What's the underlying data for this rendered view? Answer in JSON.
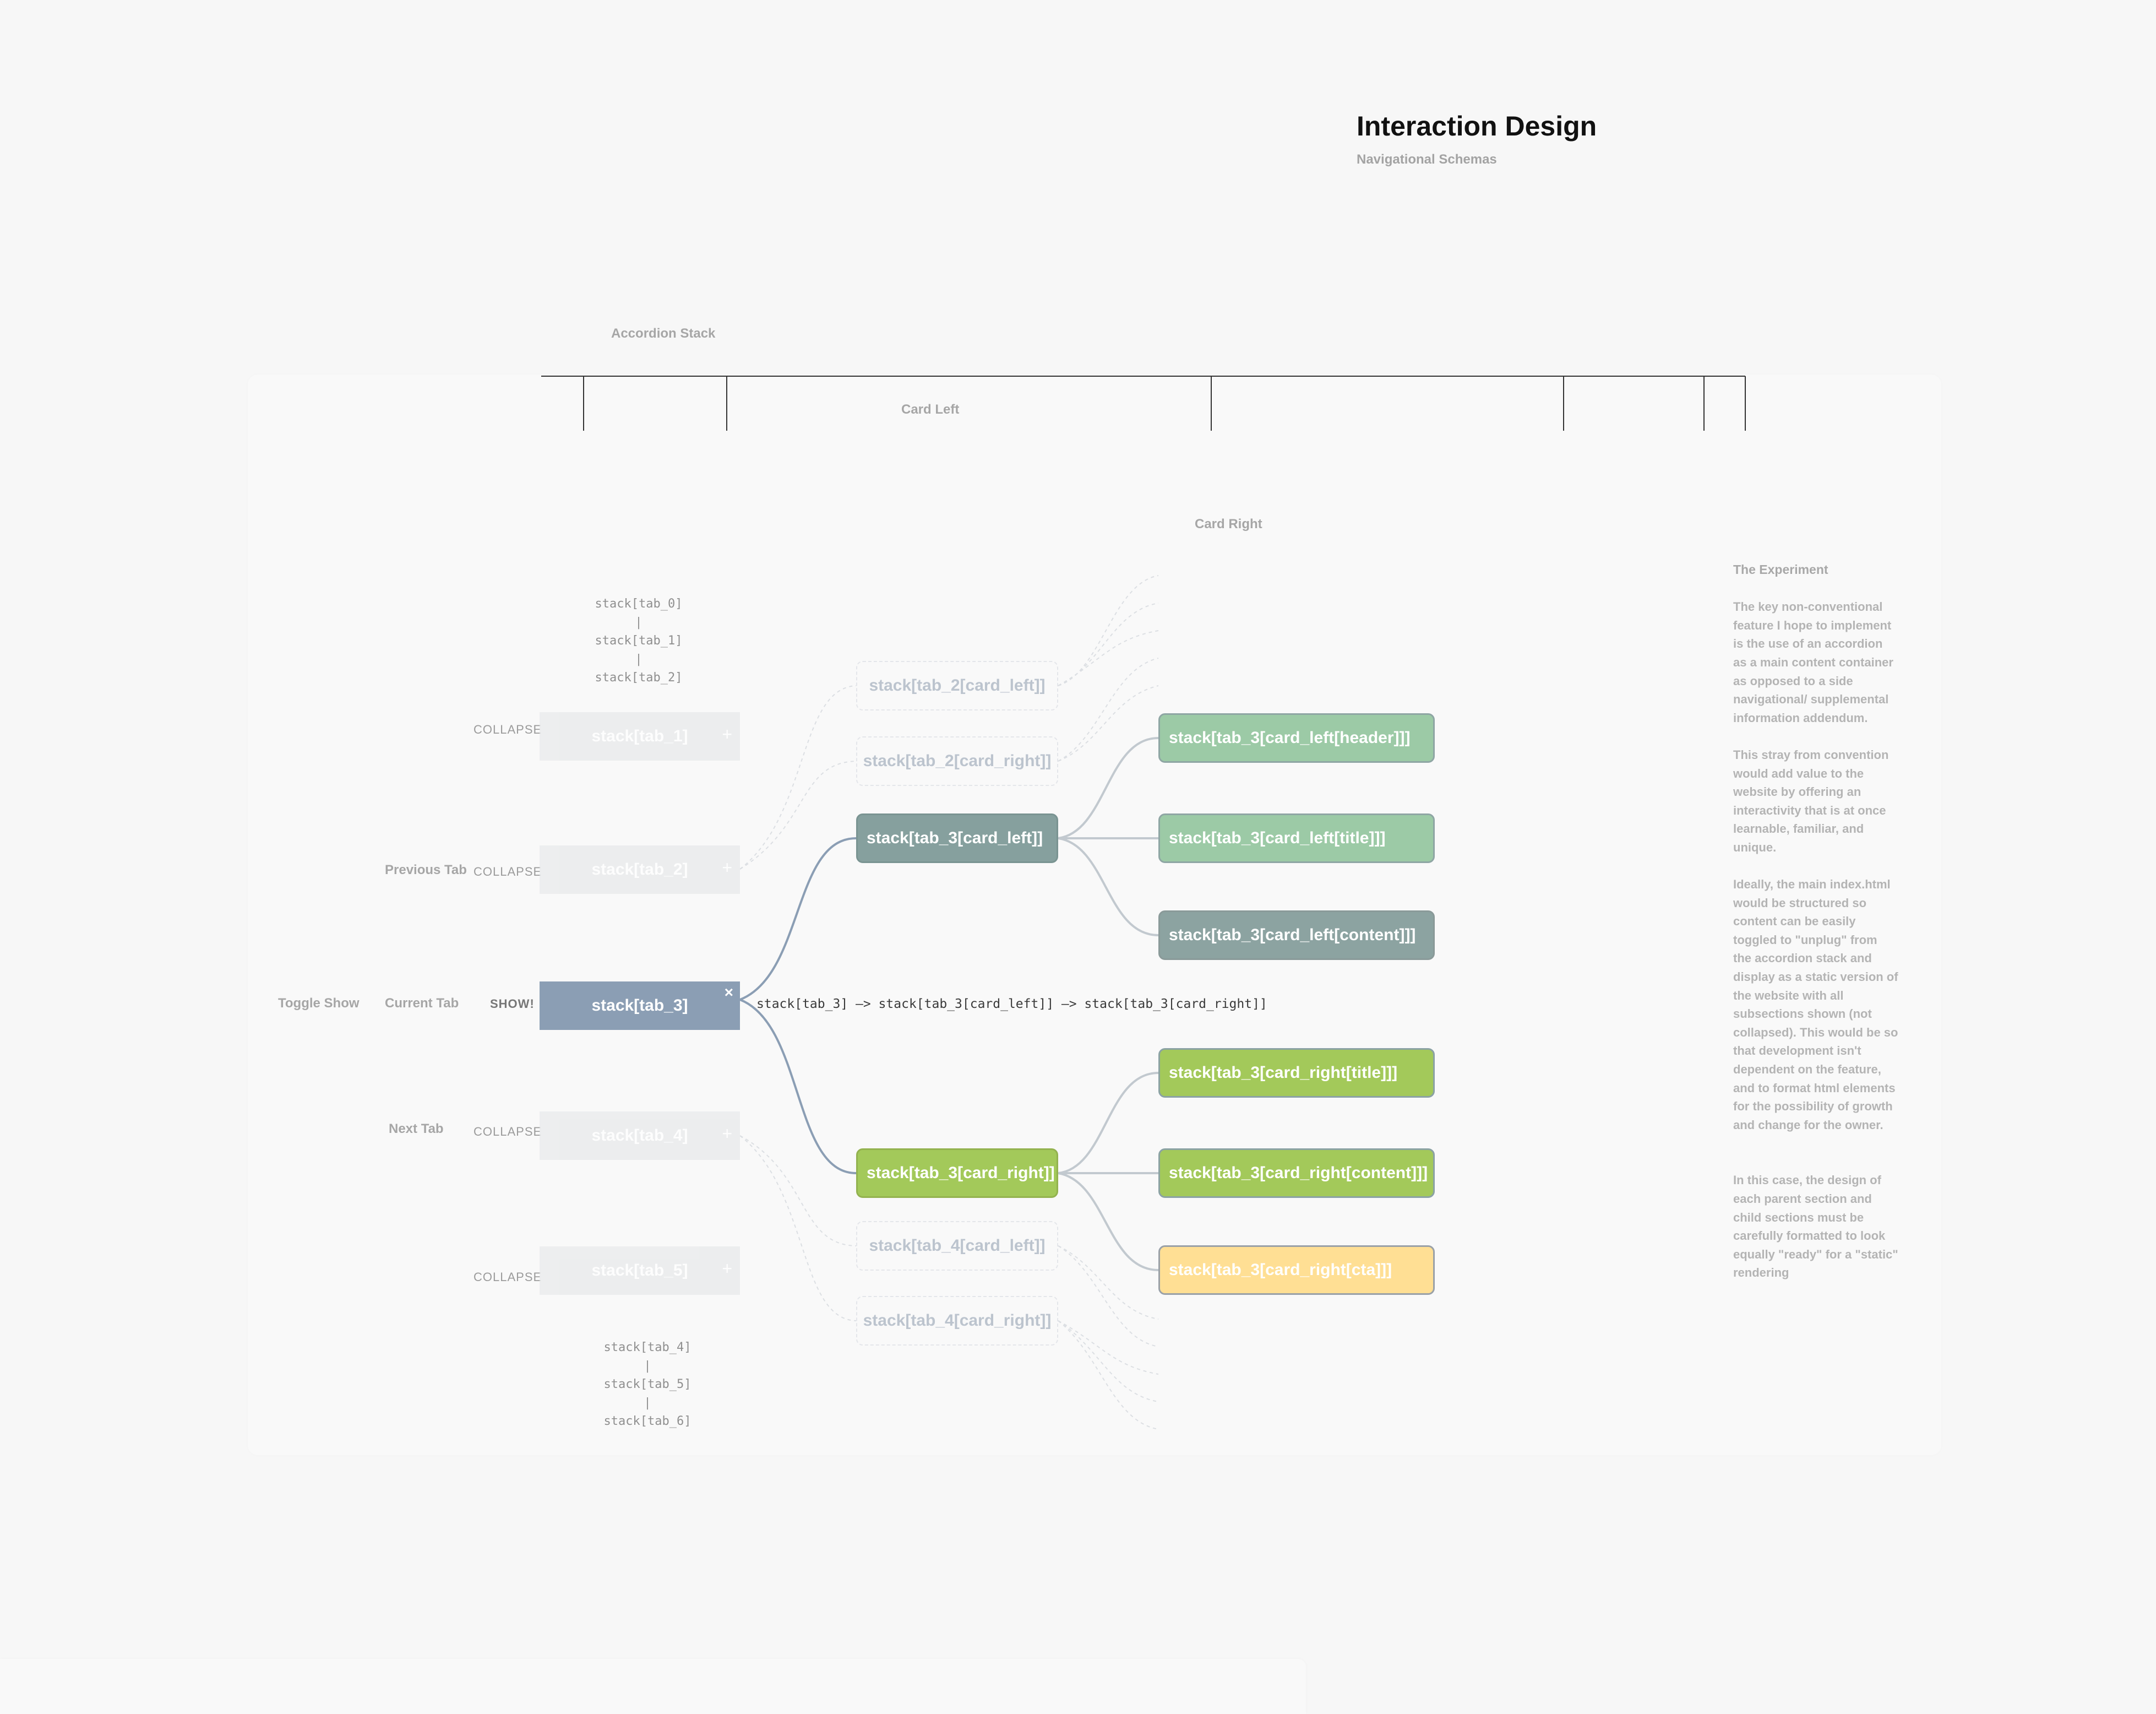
{
  "header": {
    "title": "Interaction Design",
    "subtitle": "Navigational Schemas"
  },
  "labels": {
    "accordion_stack": "Accordion Stack",
    "card_left": "Card Left",
    "card_right": "Card Right",
    "toggle_show": "Toggle Show",
    "previous_tab": "Previous Tab",
    "current_tab": "Current Tab",
    "next_tab": "Next Tab"
  },
  "top_stack": [
    "stack[tab_0]",
    "|",
    "stack[tab_1]",
    "|",
    "stack[tab_2]"
  ],
  "bottom_stack": [
    "stack[tab_4]",
    "|",
    "stack[tab_5]",
    "|",
    "stack[tab_6]"
  ],
  "tabs": [
    {
      "label": "stack[tab_1]",
      "action": "COLLAPSE",
      "toggle": "+"
    },
    {
      "label": "stack[tab_2]",
      "action": "COLLAPSE",
      "toggle": "+"
    },
    {
      "label": "stack[tab_3]",
      "action": "SHOW!",
      "toggle": "×"
    },
    {
      "label": "stack[tab_4]",
      "action": "COLLAPSE",
      "toggle": "+"
    },
    {
      "label": "stack[tab_5]",
      "action": "COLLAPSE",
      "toggle": "+"
    }
  ],
  "flow_text": "stack[tab_3] —> stack[tab_3[card_left]] —> stack[tab_3[card_right]]",
  "cards": {
    "ghost": [
      "stack[tab_2[card_left]]",
      "stack[tab_2[card_right]]",
      "stack[tab_4[card_left]]",
      "stack[tab_4[card_right]]"
    ],
    "card_left": "stack[tab_3[card_left]]",
    "card_right": "stack[tab_3[card_right]]",
    "left_children": [
      "stack[tab_3[card_left[header]]]",
      "stack[tab_3[card_left[title]]]",
      "stack[tab_3[card_left[content]]]"
    ],
    "right_children": [
      "stack[tab_3[card_right[title]]]",
      "stack[tab_3[card_right[content]]]",
      "stack[tab_3[card_right[cta]]]"
    ]
  },
  "experiment": {
    "heading": "The Experiment",
    "paragraphs": [
      "The key non-conventional feature I hope to implement is the use of an accordion as a main content container as opposed to a side navigational/ supplemental information addendum.",
      "This stray from convention would add value to the website by offering an interactivity that is at once learnable, familiar, and unique.",
      "Ideally, the main index.html would be structured so content can be easily toggled to \"unplug\" from the accordion stack and display as a static version of the website with all subsections shown (not collapsed). This would be so that development isn't dependent on the feature, and to format html elements for the possibility of growth and change for the owner.",
      "In this case, the design of each parent section and child sections must be carefully formatted to look equally \"ready\" for a \"static\" rendering"
    ]
  },
  "colors": {
    "current_tab": "#8b9eb4",
    "card_left": "#86a09e",
    "left_child": "#9ccaa6",
    "card_right": "#a3c95a",
    "cta": "#ffdf94"
  }
}
